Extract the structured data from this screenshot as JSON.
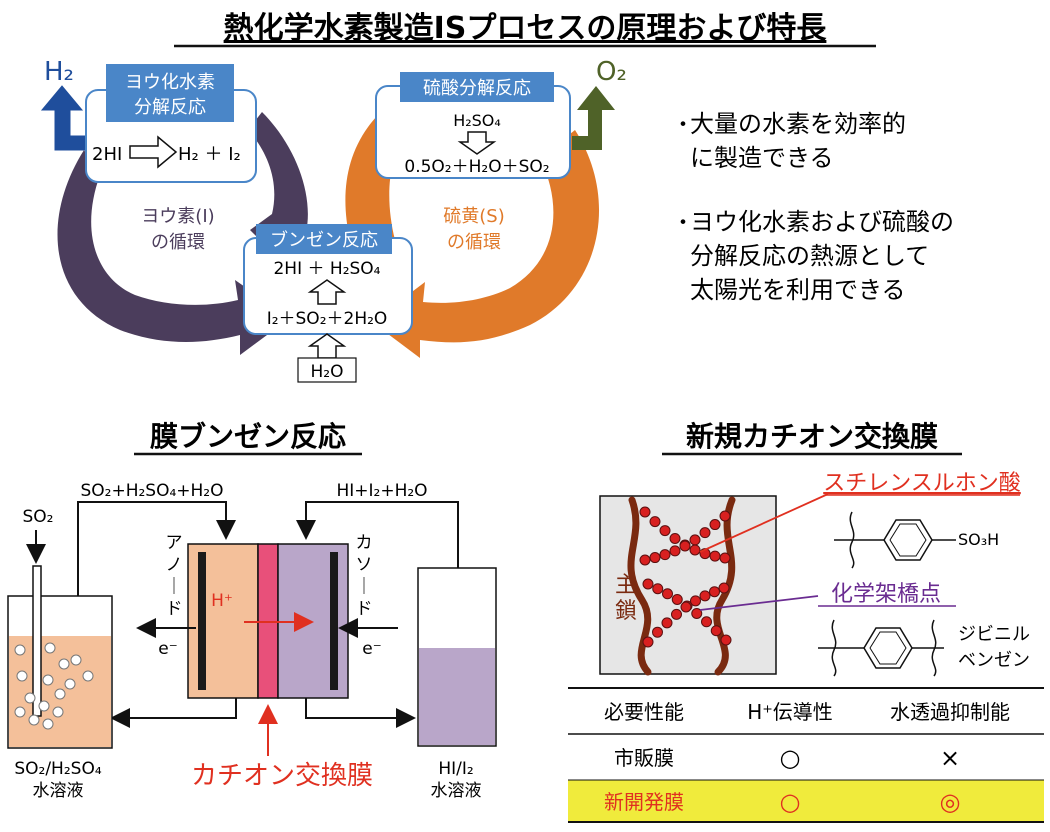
{
  "title": "熱化学水素製造ISプロセスの原理および特長",
  "cycle": {
    "h2_output": "H₂",
    "o2_output": "O₂",
    "hi_decomp": {
      "title_line1": "ヨウ化水素",
      "title_line2": "分解反応",
      "eq_left": "2HI",
      "eq_right": "H₂ ＋ I₂"
    },
    "h2so4_decomp": {
      "title": "硫酸分解反応",
      "eq_top": "H₂SO₄",
      "eq_bottom": "0.5O₂＋H₂O＋SO₂"
    },
    "bunsen": {
      "title": "ブンゼン反応",
      "eq_top": "2HI ＋ H₂SO₄",
      "eq_bottom": "I₂＋SO₂＋2H₂O",
      "input": "H₂O"
    },
    "iodine_loop": {
      "line1": "ヨウ素(I)",
      "line2": "の循環"
    },
    "sulfur_loop": {
      "line1": "硫黄(S)",
      "line2": "の循環"
    }
  },
  "features": [
    {
      "line1": "大量の水素を効率的",
      "line2": "に製造できる"
    },
    {
      "line1": "ヨウ化水素および硫酸の",
      "line2": "分解反応の熱源として",
      "line3": "太陽光を利用できる"
    }
  ],
  "bullet": "・",
  "membrane_bunsen": {
    "heading": "膜ブンゼン反応",
    "top_left_feed": "SO₂+H₂SO₄+H₂O",
    "top_right_feed": "HI+I₂+H₂O",
    "so2_input": "SO₂",
    "anode": "アノード",
    "cathode": "カソード",
    "proton": "H⁺",
    "electron_left": "e⁻",
    "electron_right": "e⁻",
    "left_solution_line1": "SO₂/H₂SO₄",
    "left_solution_line2": "水溶液",
    "right_solution_line1": "HI/I₂",
    "right_solution_line2": "水溶液",
    "membrane_label": "カチオン交換膜"
  },
  "new_membrane": {
    "heading": "新規カチオン交換膜",
    "sulfonic_label": "スチレンスルホン酸",
    "crosslink_label": "化学架橋点",
    "main_chain": "主鎖",
    "so3h": "SO₃H",
    "dvb_line1": "ジビニル",
    "dvb_line2": "ベンゼン"
  },
  "comparison_table": {
    "headers": [
      "必要性能",
      "H⁺伝導性",
      "水透過抑制能"
    ],
    "rows": [
      {
        "name": "市販膜",
        "conductivity": "○",
        "suppression": "×",
        "highlight": false
      },
      {
        "name": "新開発膜",
        "conductivity": "○",
        "suppression": "◎",
        "highlight": true
      }
    ]
  },
  "colors": {
    "blue_box": "#4a86c8",
    "iodine_loop": "#4b3d5c",
    "sulfur_loop": "#e07a2a",
    "h2_arrow": "#1f4e9c",
    "o2_arrow": "#4f6228",
    "o2_text": "#4f6228",
    "anode_solution": "#f4c09a",
    "cathode_solution": "#b9a6c9",
    "membrane": "#e8507a",
    "red_text": "#e03020",
    "purple_text": "#6a2c91",
    "highlight_row": "#f0eb3c",
    "chain_brown": "#7a2a10",
    "bead_red": "#d82020"
  }
}
